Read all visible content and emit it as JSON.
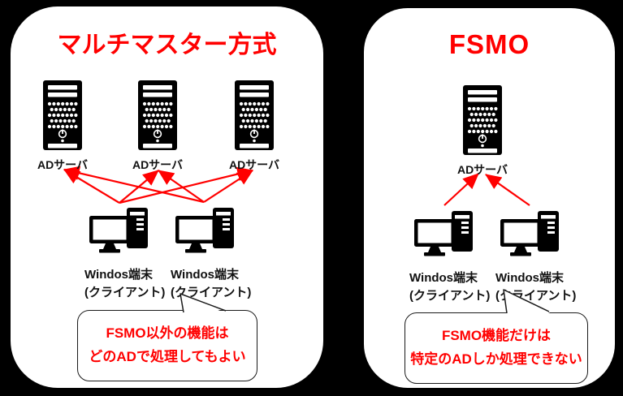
{
  "colors": {
    "background": "#000000",
    "panel_bg": "#ffffff",
    "accent_red": "#ff0000",
    "icon_black": "#000000",
    "bubble_border": "#1a1a1a"
  },
  "left_panel": {
    "title": "マルチマスター方式",
    "servers": [
      {
        "label": "ADサーバ"
      },
      {
        "label": "ADサーバ"
      },
      {
        "label": "ADサーバ"
      }
    ],
    "clients": [
      {
        "label_line1": "Windos端末",
        "label_line2": "(クライアント)"
      },
      {
        "label_line1": "Windos端末",
        "label_line2": "(クライアント)"
      }
    ],
    "bubble": {
      "line1": "FSMO以外の機能は",
      "line2": "どのADで処理してもよい"
    }
  },
  "right_panel": {
    "title": "FSMO",
    "servers": [
      {
        "label": "ADサーバ"
      }
    ],
    "clients": [
      {
        "label_line1": "Windos端末",
        "label_line2": "(クライアント)"
      },
      {
        "label_line1": "Windos端末",
        "label_line2": "(クライアント)"
      }
    ],
    "bubble": {
      "line1": "FSMO機能だけは",
      "line2": "特定のADしか処理できない"
    }
  }
}
